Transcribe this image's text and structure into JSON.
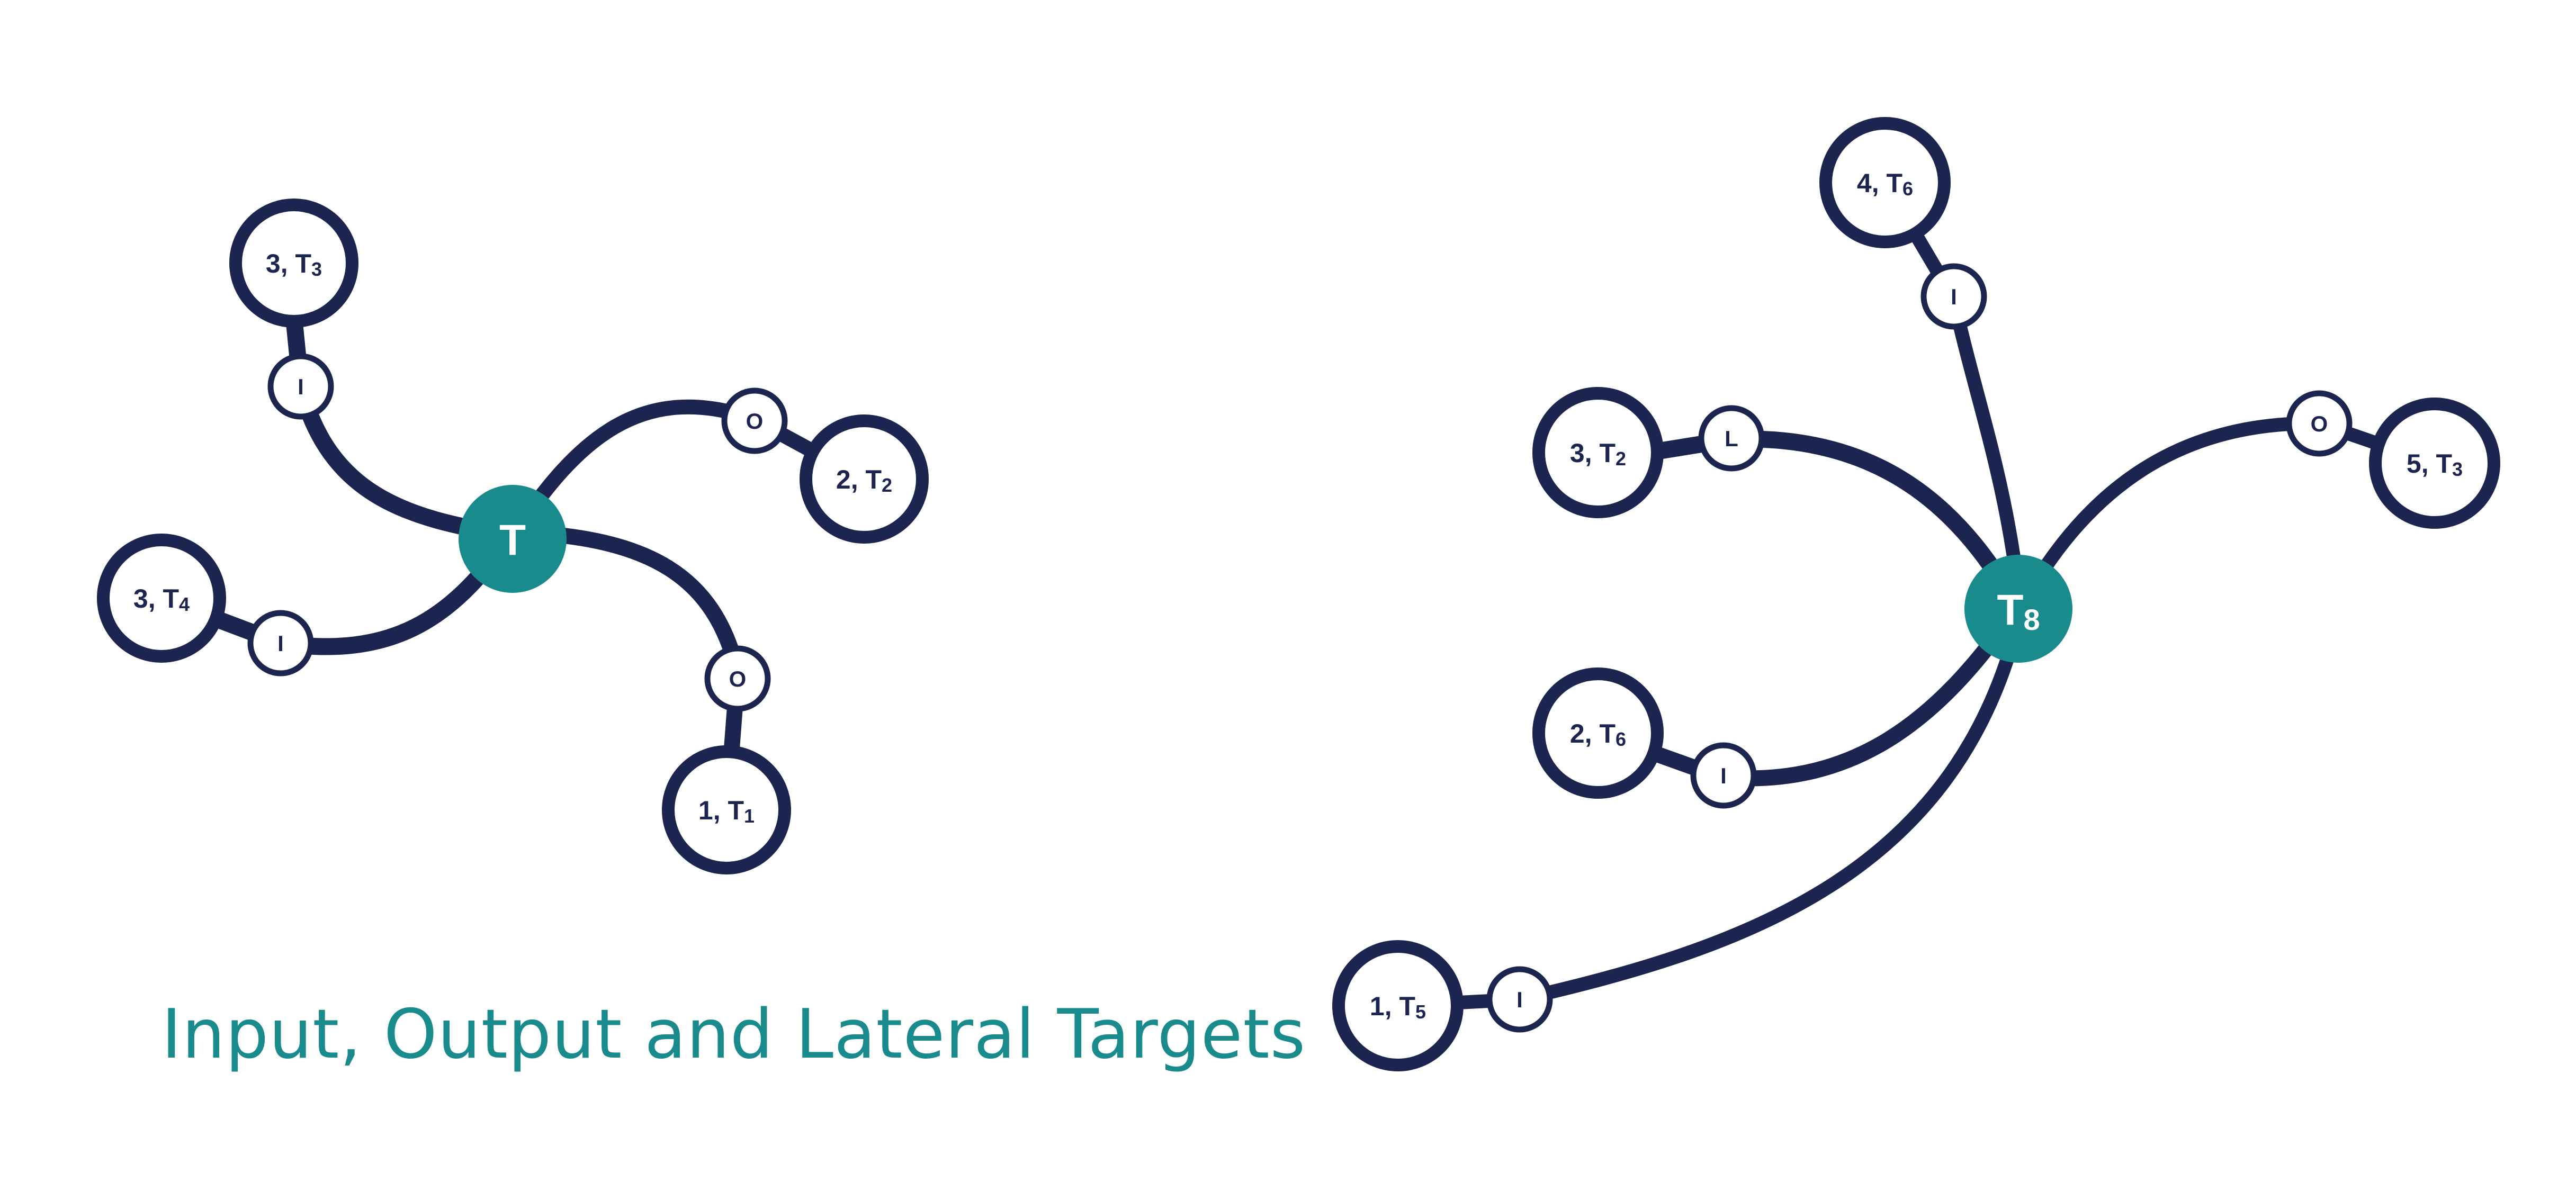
{
  "caption": "Input, Output and Lateral Targets",
  "colors": {
    "line": "#1b2550",
    "accent": "#1a8b8d",
    "background": "#ffffff"
  },
  "graphs": [
    {
      "hub": {
        "label": "T",
        "sub": ""
      },
      "branches": [
        {
          "badge": "I",
          "node": {
            "main": "3, T",
            "sub": "3"
          }
        },
        {
          "badge": "O",
          "node": {
            "main": "2, T",
            "sub": "2"
          }
        },
        {
          "badge": "I",
          "node": {
            "main": "3, T",
            "sub": "4"
          }
        },
        {
          "badge": "O",
          "node": {
            "main": "1, T",
            "sub": "1"
          }
        }
      ]
    },
    {
      "hub": {
        "label": "T",
        "sub": "8"
      },
      "branches": [
        {
          "badge": "I",
          "node": {
            "main": "4, T",
            "sub": "6"
          }
        },
        {
          "badge": "L",
          "node": {
            "main": "3, T",
            "sub": "2"
          }
        },
        {
          "badge": "O",
          "node": {
            "main": "5, T",
            "sub": "3"
          }
        },
        {
          "badge": "I",
          "node": {
            "main": "2, T",
            "sub": "6"
          }
        },
        {
          "badge": "I",
          "node": {
            "main": "1, T",
            "sub": "5"
          }
        }
      ]
    }
  ]
}
